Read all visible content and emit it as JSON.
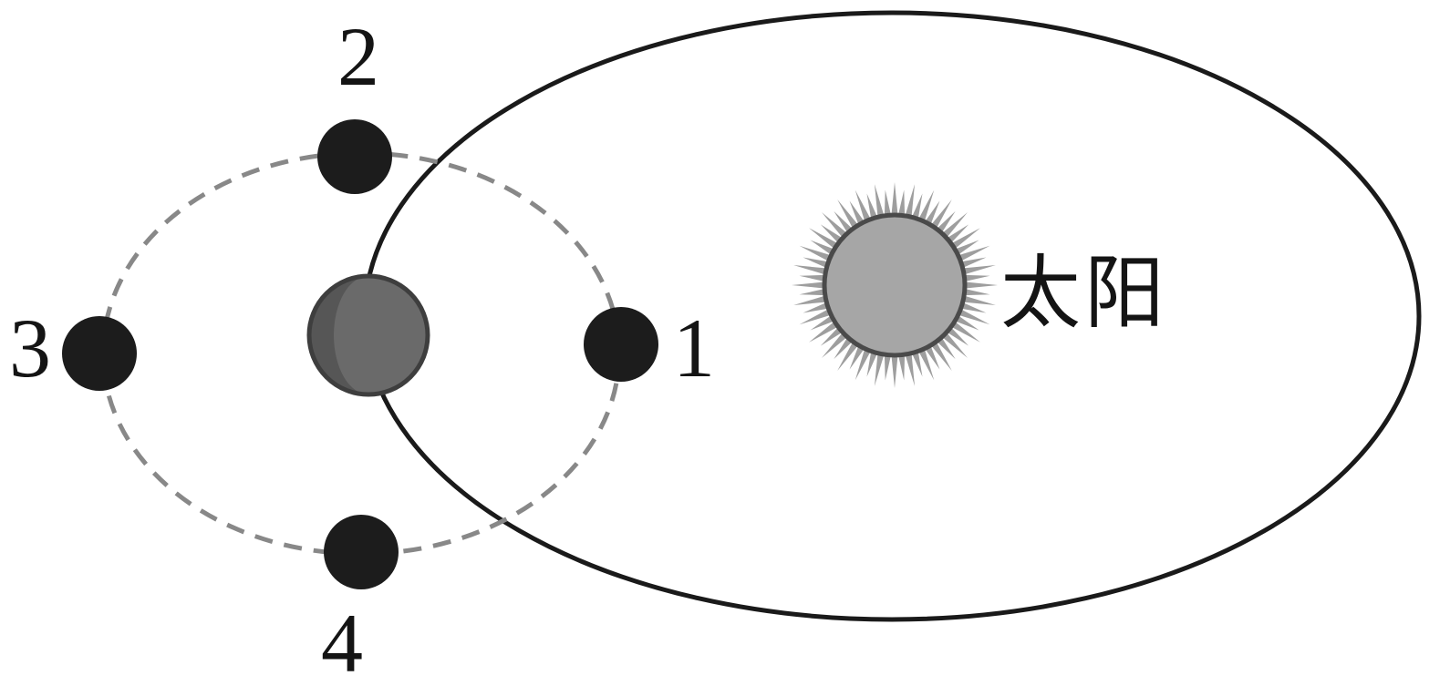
{
  "diagram": {
    "sun": {
      "label": "太阳"
    },
    "moon_positions": [
      {
        "label": "1"
      },
      {
        "label": "2"
      },
      {
        "label": "3"
      },
      {
        "label": "4"
      }
    ],
    "colors": {
      "earth_orbit": "#1a1a1a",
      "moon_orbit": "#888888",
      "moon": "#1c1c1c",
      "earth_light": "#6a6a6a",
      "earth_dark": "#565656",
      "sun_body": "#a6a6a6",
      "sun_rays": "#9e9e9e",
      "sun_outline": "#4a4a4a"
    }
  }
}
